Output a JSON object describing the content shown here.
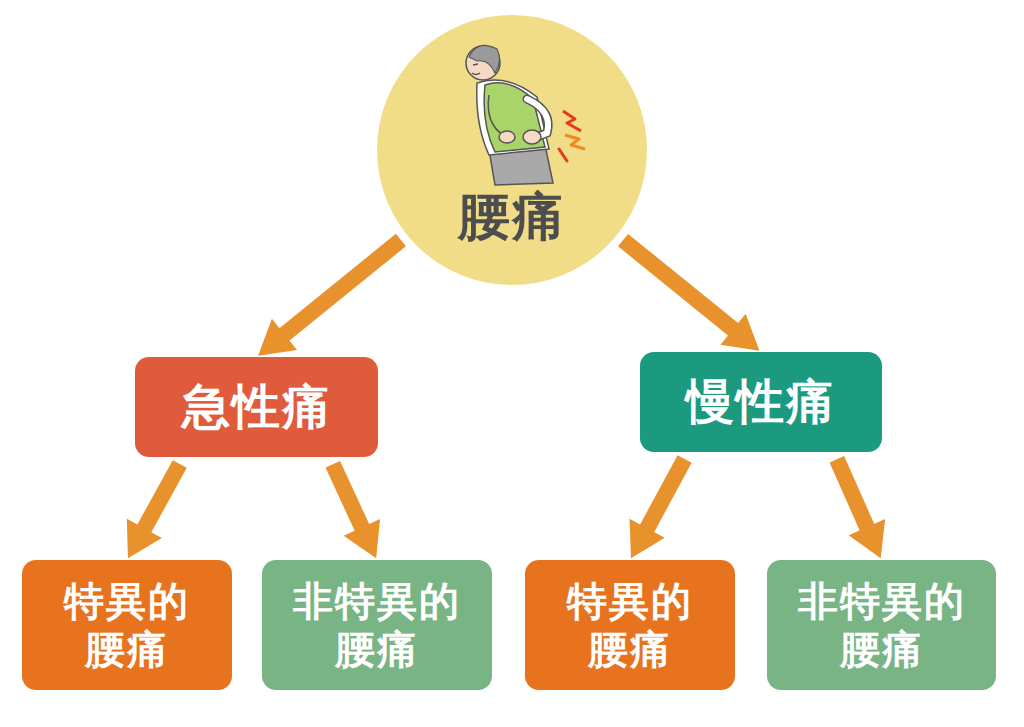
{
  "diagram": {
    "nodes": [
      {
        "text": [
          "腰痛"
        ]
      },
      {
        "text": [
          "急性痛"
        ]
      },
      {
        "text": [
          "慢性痛"
        ]
      },
      {
        "text": [
          "特異的 腰痛"
        ]
      },
      {
        "text": [
          "非特異的 腰痛"
        ]
      },
      {
        "text": [
          "特異的 腰痛"
        ]
      },
      {
        "text": [
          "非特異的 腰痛"
        ]
      }
    ],
    "edges": [
      {
        "from": 0,
        "to": 1,
        "arrow": "to"
      },
      {
        "from": 0,
        "to": 2,
        "arrow": "to"
      },
      {
        "from": 1,
        "to": 3,
        "arrow": "to"
      },
      {
        "from": 1,
        "to": 4,
        "arrow": "to"
      },
      {
        "from": 2,
        "to": 5,
        "arrow": "to"
      },
      {
        "from": 2,
        "to": 6,
        "arrow": "to"
      }
    ]
  }
}
